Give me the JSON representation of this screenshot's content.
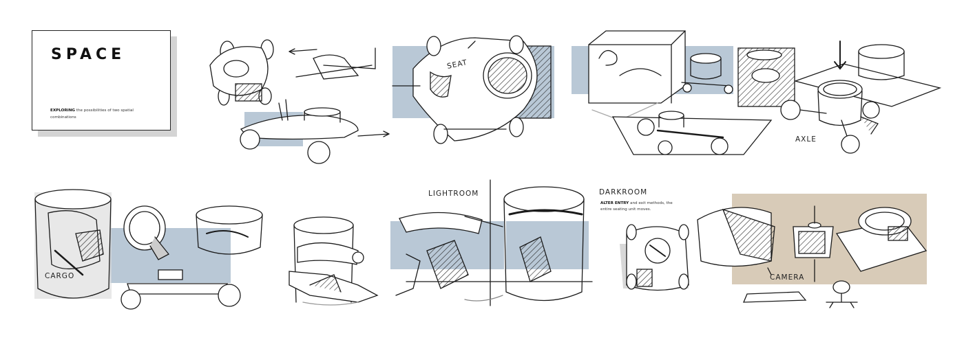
{
  "title_card": {
    "title": "SPACE",
    "desc_strong": "EXPLORING",
    "desc_rest": " the possibilities of two spatial combinations"
  },
  "annotations": {
    "seat": "SEAT",
    "axle": "AXLE",
    "cargo": "CARGO",
    "lightroom": "LIGHTROOM",
    "darkroom": "DARKROOM",
    "camera": "CAMERA",
    "note_strong": "ALTER ENTRY",
    "note_rest": " and exit methods, the entire seating unit moves."
  },
  "colors": {
    "blue_block": "#b9c8d6",
    "tan_block": "#d8cbb8",
    "shadow_gray": "#cfcfcf",
    "ink": "#1a1a1a"
  }
}
